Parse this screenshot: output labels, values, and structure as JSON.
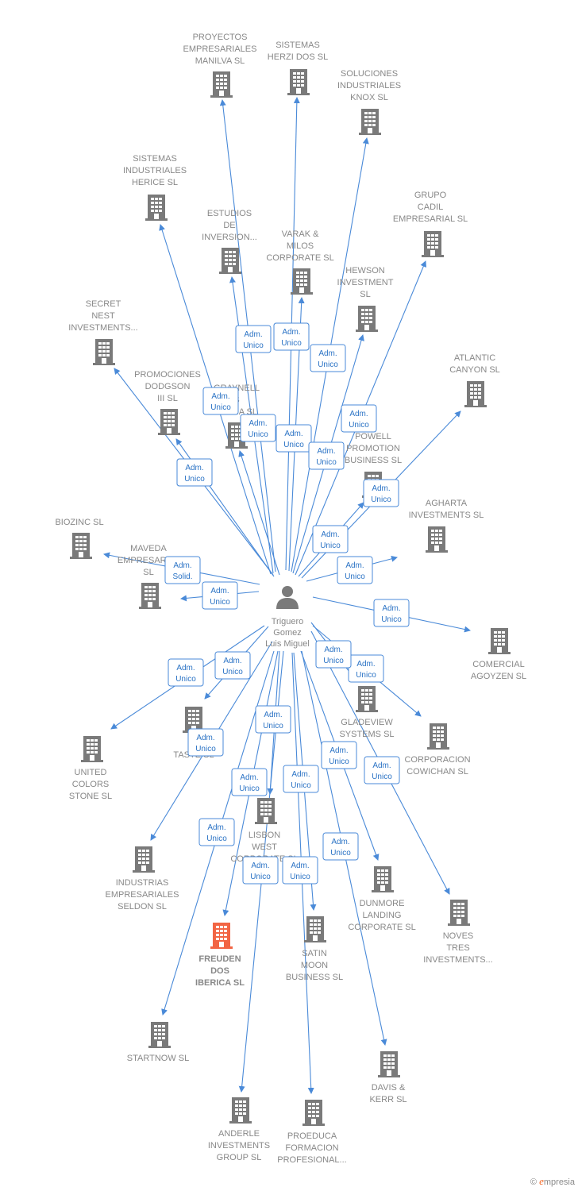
{
  "colors": {
    "edge": "#4a8ad8",
    "company": "#7a7a7a",
    "highlight": "#f26544",
    "person": "#7a7a7a"
  },
  "center": {
    "lines": [
      "Triguero",
      "Gomez",
      "Luis Miguel"
    ],
    "icon": "person-icon"
  },
  "companies": [
    {
      "id": "proyectos",
      "lines": [
        "PROYECTOS",
        "EMPRESARIALES",
        "MANILVA SL"
      ]
    },
    {
      "id": "herzi",
      "lines": [
        "SISTEMAS",
        "HERZI DOS SL"
      ]
    },
    {
      "id": "knox",
      "lines": [
        "SOLUCIONES",
        "INDUSTRIALES",
        "KNOX SL"
      ]
    },
    {
      "id": "herice",
      "lines": [
        "SISTEMAS",
        "INDUSTRIALES",
        "HERICE  SL"
      ]
    },
    {
      "id": "estudios",
      "lines": [
        "ESTUDIOS",
        "DE",
        "INVERSION..."
      ]
    },
    {
      "id": "varak",
      "lines": [
        "VARAK &",
        "MILOS",
        "CORPORATE SL"
      ]
    },
    {
      "id": "cadil",
      "lines": [
        "GRUPO",
        "CADIL",
        "EMPRESARIAL SL"
      ]
    },
    {
      "id": "hewson",
      "lines": [
        "HEWSON",
        "INVESTMENT",
        "SL"
      ]
    },
    {
      "id": "secret",
      "lines": [
        "SECRET",
        "NEST",
        "INVESTMENTS..."
      ]
    },
    {
      "id": "atlantic",
      "lines": [
        "ATLANTIC",
        "CANYON SL"
      ]
    },
    {
      "id": "dodgson",
      "lines": [
        "PROMOCIONES",
        "DODGSON",
        "III SL"
      ]
    },
    {
      "id": "graynell",
      "lines": [
        "GRAYNELL",
        "S",
        "IBERIA  SL"
      ]
    },
    {
      "id": "powell",
      "lines": [
        "POWELL",
        "PROMOTION",
        "BUSINESS  SL"
      ]
    },
    {
      "id": "biozinc",
      "lines": [
        "BIOZINC SL"
      ]
    },
    {
      "id": "agharta",
      "lines": [
        "AGHARTA",
        "INVESTMENTS SL"
      ]
    },
    {
      "id": "maveda",
      "lines": [
        "MAVEDA",
        "EMPRESARIAL",
        "SL"
      ]
    },
    {
      "id": "agoyzen",
      "lines": [
        "COMERCIAL",
        "AGOYZEN SL"
      ]
    },
    {
      "id": "gladeview",
      "lines": [
        "GLADEVIEW",
        "SYSTEMS  SL"
      ]
    },
    {
      "id": "dr",
      "lines": [
        "DR",
        "TASTE SL"
      ]
    },
    {
      "id": "cowichan",
      "lines": [
        "CORPORACION",
        "COWICHAN SL"
      ]
    },
    {
      "id": "united",
      "lines": [
        "UNITED",
        "COLORS",
        "STONE SL"
      ]
    },
    {
      "id": "lisbon",
      "lines": [
        "LISBON",
        "WEST",
        "CORPORATE SL"
      ]
    },
    {
      "id": "seldon",
      "lines": [
        "INDUSTRIAS",
        "EMPRESARIALES",
        "SELDON SL"
      ]
    },
    {
      "id": "dunmore",
      "lines": [
        "DUNMORE",
        "LANDING",
        "CORPORATE SL"
      ]
    },
    {
      "id": "noves",
      "lines": [
        "NOVES",
        "TRES",
        "INVESTMENTS..."
      ]
    },
    {
      "id": "freuden",
      "lines": [
        "FREUDEN",
        "DOS",
        "IBERICA  SL"
      ],
      "highlight": true
    },
    {
      "id": "satin",
      "lines": [
        "SATIN",
        "MOON",
        "BUSINESS SL"
      ]
    },
    {
      "id": "startnow",
      "lines": [
        "STARTNOW SL"
      ]
    },
    {
      "id": "davis",
      "lines": [
        "DAVIS &",
        "KERR SL"
      ]
    },
    {
      "id": "anderle",
      "lines": [
        "ANDERLE",
        "INVESTMENTS",
        "GROUP SL"
      ]
    },
    {
      "id": "proeduca",
      "lines": [
        "PROEDUCA",
        "FORMACION",
        "PROFESIONAL..."
      ]
    }
  ],
  "roles": [
    {
      "to": "estudios",
      "lines": [
        "Adm.",
        "Unico"
      ]
    },
    {
      "to": "proyectos",
      "lines": [
        "Adm.",
        "Unico"
      ]
    },
    {
      "to": "herzi",
      "lines": [
        "Adm.",
        "Unico"
      ]
    },
    {
      "to": "knox",
      "lines": [
        "Adm.",
        "Unico"
      ]
    },
    {
      "to": "cadil",
      "lines": [
        "Adm.",
        "Unico"
      ]
    },
    {
      "to": "herice",
      "lines": [
        "Adm.",
        "Unico"
      ]
    },
    {
      "to": "dodgson",
      "lines": [
        "Adm.",
        "Unico"
      ]
    },
    {
      "to": "varak",
      "lines": [
        "Adm.",
        "Unico"
      ]
    },
    {
      "to": "hewson",
      "lines": [
        "Adm.",
        "Unico"
      ]
    },
    {
      "to": "secret",
      "lines": [
        "Adm.",
        "Unico"
      ]
    },
    {
      "to": "graynell",
      "lines": [
        "Adm.",
        "Unico"
      ]
    },
    {
      "to": "atlantic",
      "lines": [
        "Adm.",
        "Unico"
      ]
    },
    {
      "to": "powell",
      "lines": [
        "Adm.",
        "Unico"
      ]
    },
    {
      "to": "agharta",
      "lines": [
        "Adm.",
        "Unico"
      ]
    },
    {
      "to": "maveda",
      "lines": [
        "Adm.",
        "Solid."
      ]
    },
    {
      "to": "biozinc",
      "lines": [
        "Adm.",
        "Unico"
      ]
    },
    {
      "to": "agoyzen",
      "lines": [
        "Adm.",
        "Unico"
      ]
    },
    {
      "to": "united",
      "lines": [
        "Adm.",
        "Unico"
      ]
    },
    {
      "to": "dr",
      "lines": [
        "Adm.",
        "Unico"
      ]
    },
    {
      "to": "gladeview",
      "lines": [
        "Adm.",
        "Unico"
      ]
    },
    {
      "to": "cowichan",
      "lines": [
        "Adm.",
        "Unico"
      ]
    },
    {
      "to": "lisbon",
      "lines": [
        "Adm.",
        "Unico"
      ]
    },
    {
      "to": "seldon",
      "lines": [
        "Adm.",
        "Unico"
      ]
    },
    {
      "to": "freuden",
      "lines": [
        "Adm.",
        "Unico"
      ]
    },
    {
      "to": "satin",
      "lines": [
        "Adm.",
        "Unico"
      ]
    },
    {
      "to": "dunmore",
      "lines": [
        "Adm.",
        "Unico"
      ]
    },
    {
      "to": "noves",
      "lines": [
        "Adm.",
        "Unico"
      ]
    },
    {
      "to": "startnow",
      "lines": [
        "Adm.",
        "Unico"
      ]
    },
    {
      "to": "davis",
      "lines": [
        "Adm.",
        "Unico"
      ]
    },
    {
      "to": "anderle",
      "lines": [
        "Adm.",
        "Unico"
      ]
    },
    {
      "to": "proeduca",
      "lines": [
        "Adm.",
        "Unico"
      ]
    }
  ],
  "brand": {
    "copyright": "©",
    "name": "mpresia",
    "initial": "e"
  }
}
